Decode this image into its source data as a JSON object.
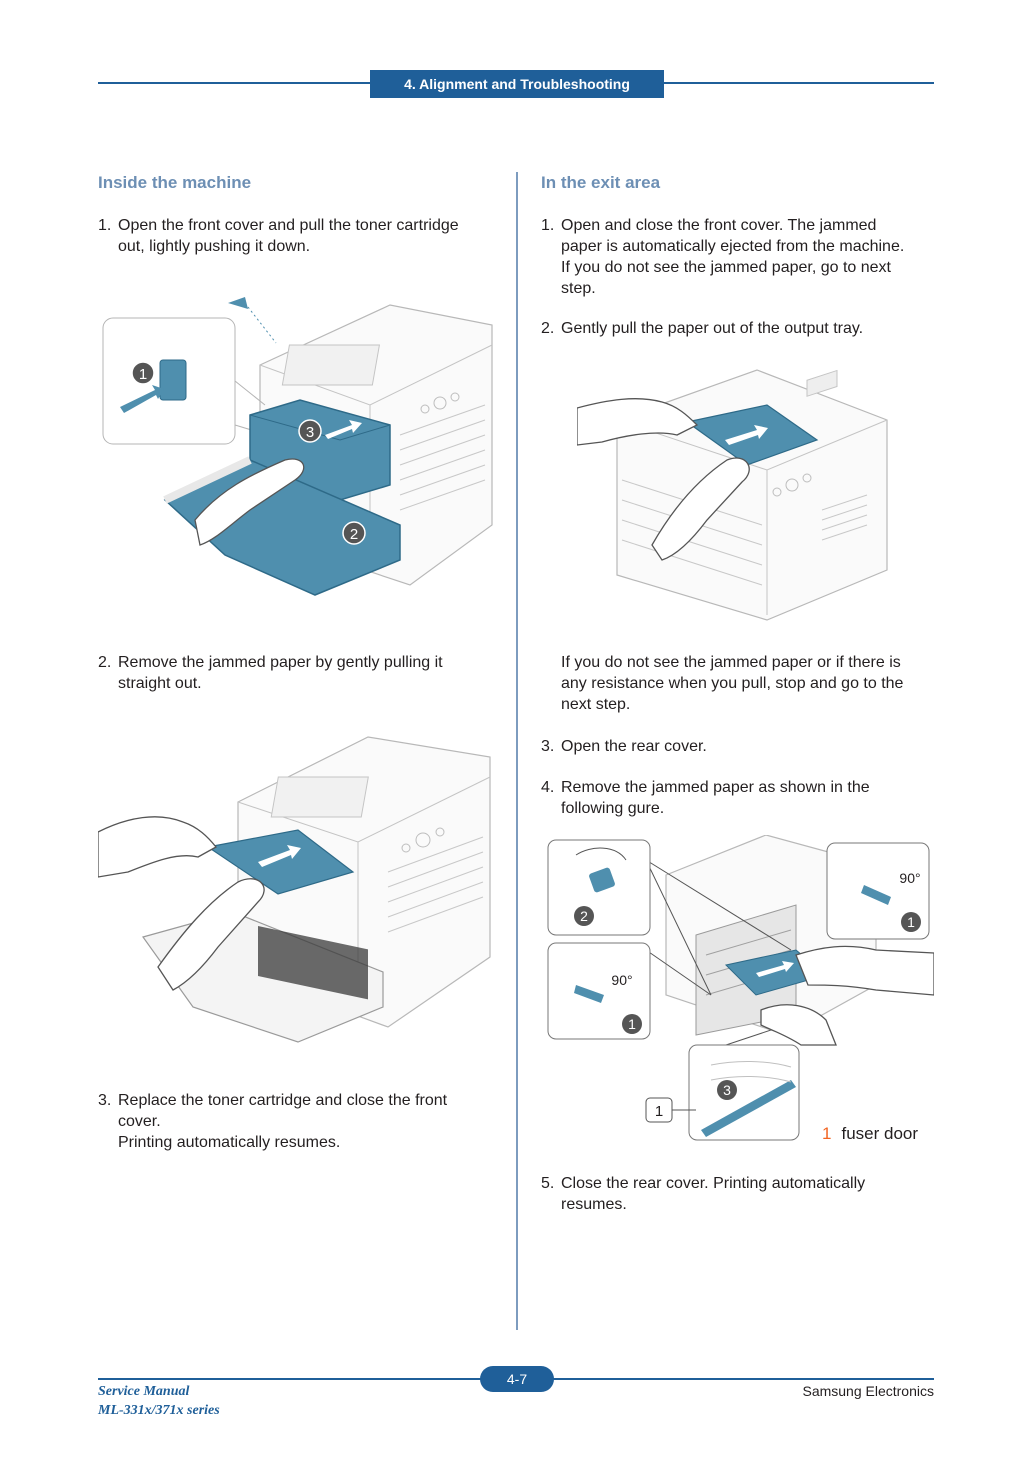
{
  "header": {
    "section": "4. Alignment and Troubleshooting"
  },
  "left": {
    "title": "Inside the machine",
    "steps": [
      {
        "num": "1.",
        "text": "Open the front cover and pull the toner cartridge\nout, lightly pushing it down."
      },
      {
        "num": "2.",
        "text": "Remove the jammed paper by gently pulling it\nstraight out."
      },
      {
        "num": "3.",
        "text": "Replace the toner cartridge and close the front\ncover.\nPrinting automatically resumes."
      }
    ],
    "fig1_markers": [
      "1",
      "2",
      "3"
    ]
  },
  "right": {
    "title": "In the exit area",
    "steps": [
      {
        "num": "1.",
        "text": "Open and close the front cover. The jammed\npaper is automatically ejected from the machine.\nIf you do not see the jammed paper, go to next\nstep."
      },
      {
        "num": "2.",
        "text": "Gently pull the paper out of the output tray."
      },
      {
        "num": "",
        "text": "If you do not see the jammed paper or if there is\nany resistance when you pull, stop and go to the\nnext step."
      },
      {
        "num": "3.",
        "text": "Open the rear cover."
      },
      {
        "num": "4.",
        "text": "Remove the jammed paper as shown in the\nfollowing   gure."
      },
      {
        "num": "5.",
        "text": "Close the rear cover. Printing automatically\nresumes."
      }
    ],
    "fig3": {
      "angle_label": "90°",
      "markers": [
        "1",
        "2",
        "3"
      ],
      "callout_box": "1",
      "legend_num": "1",
      "legend_text": "fuser door"
    }
  },
  "footer": {
    "page": "4-7",
    "manual_line1": "Service Manual",
    "manual_line2": "ML-331x/371x series",
    "company": "Samsung Electronics"
  },
  "colors": {
    "brand_blue": "#1f5f99",
    "heading": "#6d8fb4",
    "accent_orange": "#f26522",
    "figure_teal": "#4f8fae"
  }
}
